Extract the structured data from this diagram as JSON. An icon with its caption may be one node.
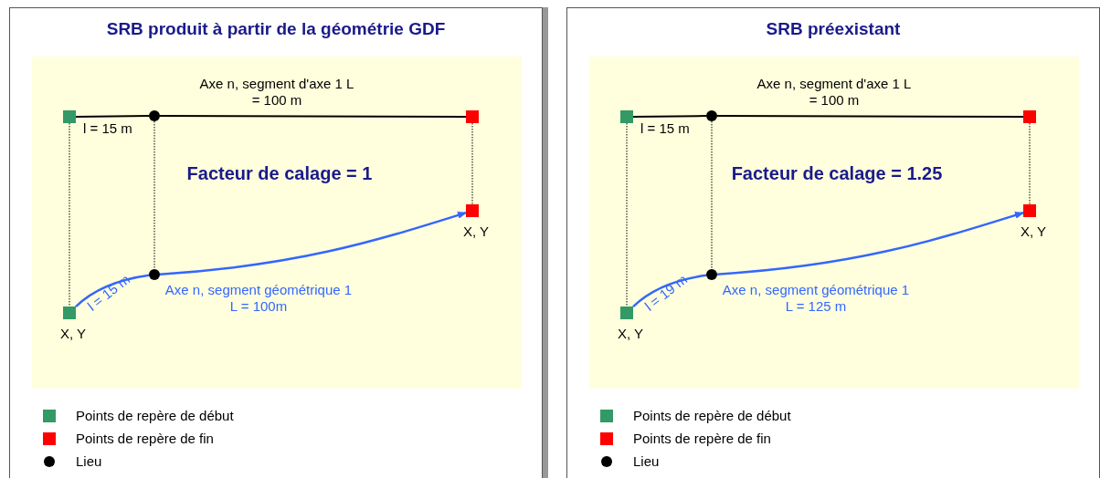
{
  "diagram": {
    "nodes": [
      {
        "text": [
          "SRB produit à partir de la géométrie GDF"
        ]
      },
      {
        "text": [],
        "shape": "box",
        "in": 0
      },
      {
        "text": [],
        "shape": "circle",
        "in": 0
      },
      {
        "text": [],
        "shape": "box",
        "in": 0
      },
      {
        "text": [],
        "shape": "box",
        "in": 0,
        "beside": [
          "X, Y"
        ]
      },
      {
        "text": [],
        "shape": "box",
        "in": 0,
        "beside": [
          "X, Y"
        ]
      },
      {
        "text": [],
        "shape": "circle",
        "in": 0
      },
      {
        "text": [
          "SRB préexistant"
        ]
      },
      {
        "text": [],
        "shape": "box",
        "in": 7
      },
      {
        "text": [],
        "shape": "circle",
        "in": 7
      },
      {
        "text": [],
        "shape": "box",
        "in": 7
      },
      {
        "text": [],
        "shape": "box",
        "in": 7,
        "beside": [
          "X, Y"
        ]
      },
      {
        "text": [],
        "shape": "box",
        "in": 7,
        "beside": [
          "X, Y"
        ]
      },
      {
        "text": [],
        "shape": "circle",
        "in": 7
      }
    ],
    "edges": [
      {
        "from": 1,
        "to": 2,
        "arrow": "none",
        "label": "l = 15 m"
      },
      {
        "from": 2,
        "to": 3,
        "arrow": "none",
        "label": "Axe n, segment d'axe 1 L = 100 m"
      },
      {
        "from": 1,
        "to": 5,
        "arrow": "none",
        "style": "dashed"
      },
      {
        "from": 2,
        "to": 6,
        "arrow": "none",
        "style": "dashed"
      },
      {
        "from": 3,
        "to": 4,
        "arrow": "none",
        "style": "dashed"
      },
      {
        "from": 5,
        "to": 6,
        "arrow": "none",
        "label": "l = 15 m",
        "color": "#3366ff"
      },
      {
        "from": 6,
        "to": 4,
        "arrow": "to",
        "label": "Axe n, segment géométrique 1 L = 100m",
        "color": "#3366ff"
      },
      {
        "from": 8,
        "to": 9,
        "arrow": "none",
        "label": "l = 15 m"
      },
      {
        "from": 9,
        "to": 10,
        "arrow": "none",
        "label": "Axe n, segment d'axe 1 L = 100 m"
      },
      {
        "from": 8,
        "to": 12,
        "arrow": "none",
        "style": "dashed"
      },
      {
        "from": 9,
        "to": 13,
        "arrow": "none",
        "style": "dashed"
      },
      {
        "from": 10,
        "to": 11,
        "arrow": "none",
        "style": "dashed"
      },
      {
        "from": 12,
        "to": 13,
        "arrow": "none",
        "label": "l = 19 m",
        "color": "#3366ff"
      },
      {
        "from": 13,
        "to": 11,
        "arrow": "to",
        "label": "Axe n, segment géométrique 1 L = 125 m",
        "color": "#3366ff"
      }
    ],
    "labels": [
      "Facteur de calage = 1",
      "Facteur de calage = 1.25"
    ],
    "legend": [
      {
        "text": "Points de repère de début",
        "color": "#339966"
      },
      {
        "text": "Points de repère de fin",
        "color": "#ff0000"
      },
      {
        "text": "Lieu"
      },
      {
        "text": "Points de repère de début",
        "color": "#339966"
      },
      {
        "text": "Points de repère de fin",
        "color": "#ff0000"
      },
      {
        "text": "Lieu"
      }
    ]
  }
}
